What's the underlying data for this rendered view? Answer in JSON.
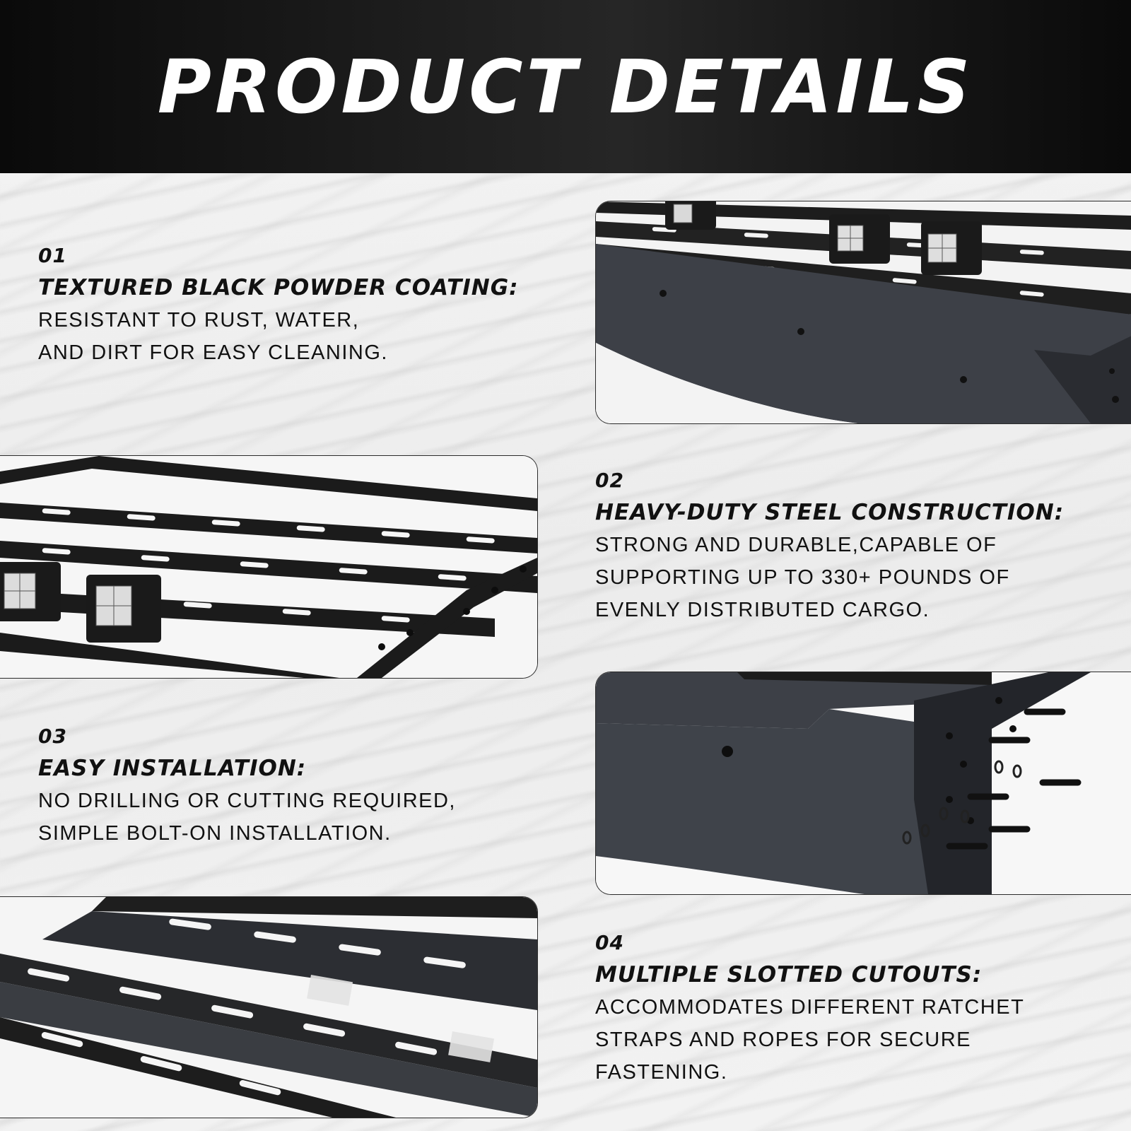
{
  "header": {
    "title": "PRODUCT DETAILS"
  },
  "features": [
    {
      "number": "01",
      "title": "TEXTURED BLACK POWDER COATING:",
      "lines": [
        "RESISTANT TO RUST, WATER,",
        "AND DIRT FOR EASY CLEANING."
      ]
    },
    {
      "number": "02",
      "title": "HEAVY-DUTY STEEL CONSTRUCTION:",
      "lines": [
        "STRONG AND DURABLE,CAPABLE OF",
        "SUPPORTING UP TO 330+ POUNDS OF",
        "EVENLY DISTRIBUTED CARGO."
      ]
    },
    {
      "number": "03",
      "title": "EASY INSTALLATION:",
      "lines": [
        "NO DRILLING OR CUTTING REQUIRED,",
        "SIMPLE BOLT-ON INSTALLATION."
      ]
    },
    {
      "number": "04",
      "title": "MULTIPLE SLOTTED CUTOUTS:",
      "lines": [
        "ACCOMMODATES DIFFERENT RATCHET",
        "STRAPS AND ROPES FOR SECURE",
        "FASTENING."
      ]
    }
  ]
}
